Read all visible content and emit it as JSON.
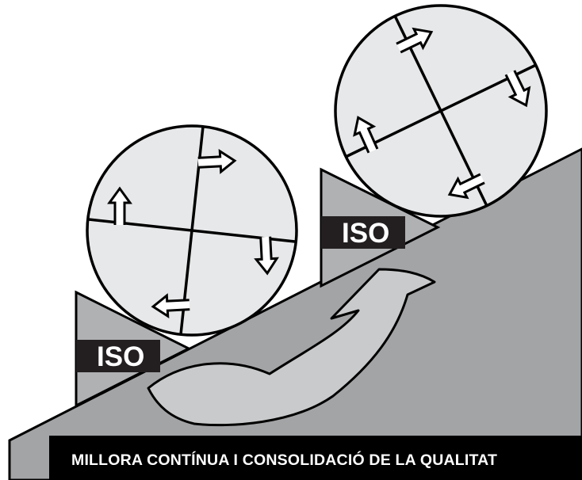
{
  "labels": {
    "iso_left": "ISO",
    "iso_right": "ISO"
  },
  "caption": "MILLORA CONTÍNUA I CONSOLIDACIÓ DE LA QUALITAT",
  "colors": {
    "slope": "#a3a4a6",
    "slope_outline": "#000000",
    "wedge": "#b0b1b3",
    "wheel_fill": "#e7e8e9",
    "curved_arrow": "#c9cacb",
    "label_bg": "#231f20",
    "caption_bg": "#000000",
    "text": "#ffffff"
  },
  "icons": [
    "up-arrow-icon",
    "right-arrow-icon",
    "down-arrow-icon",
    "left-arrow-icon",
    "curved-arrow-icon"
  ]
}
